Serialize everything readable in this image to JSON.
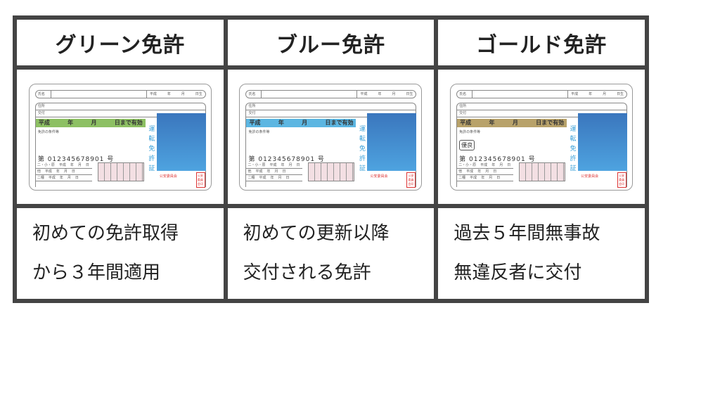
{
  "columns": [
    {
      "title": "グリーン免許",
      "band_color": "#8dc063",
      "has_yuryo": false,
      "description": [
        "初めての免許取得",
        "から３年間適用"
      ]
    },
    {
      "title": "ブルー免許",
      "band_color": "#5cb6e2",
      "has_yuryo": false,
      "description": [
        "初めての更新以降",
        "交付される免許"
      ]
    },
    {
      "title": "ゴールド免許",
      "band_color": "#b8a26a",
      "has_yuryo": true,
      "description": [
        "過去５年間無事故",
        "無違反者に交付"
      ]
    }
  ],
  "card": {
    "name_label": "氏名",
    "birth": [
      "平成",
      "年",
      "月",
      "日生"
    ],
    "address_label": "住所",
    "issue_label": "交付",
    "validity": [
      "平成",
      "年",
      "月",
      "日まで有効"
    ],
    "conditions": "免許の条件等",
    "yuryo": "優良",
    "number": "第 012345678901 号",
    "rows": [
      "二・小・原",
      "他",
      "二種"
    ],
    "date_parts": [
      "平成",
      "年",
      "月",
      "日"
    ],
    "vertical_title": "運転免許証",
    "authority": "公安委員会",
    "stamp": "公安委員会印"
  }
}
